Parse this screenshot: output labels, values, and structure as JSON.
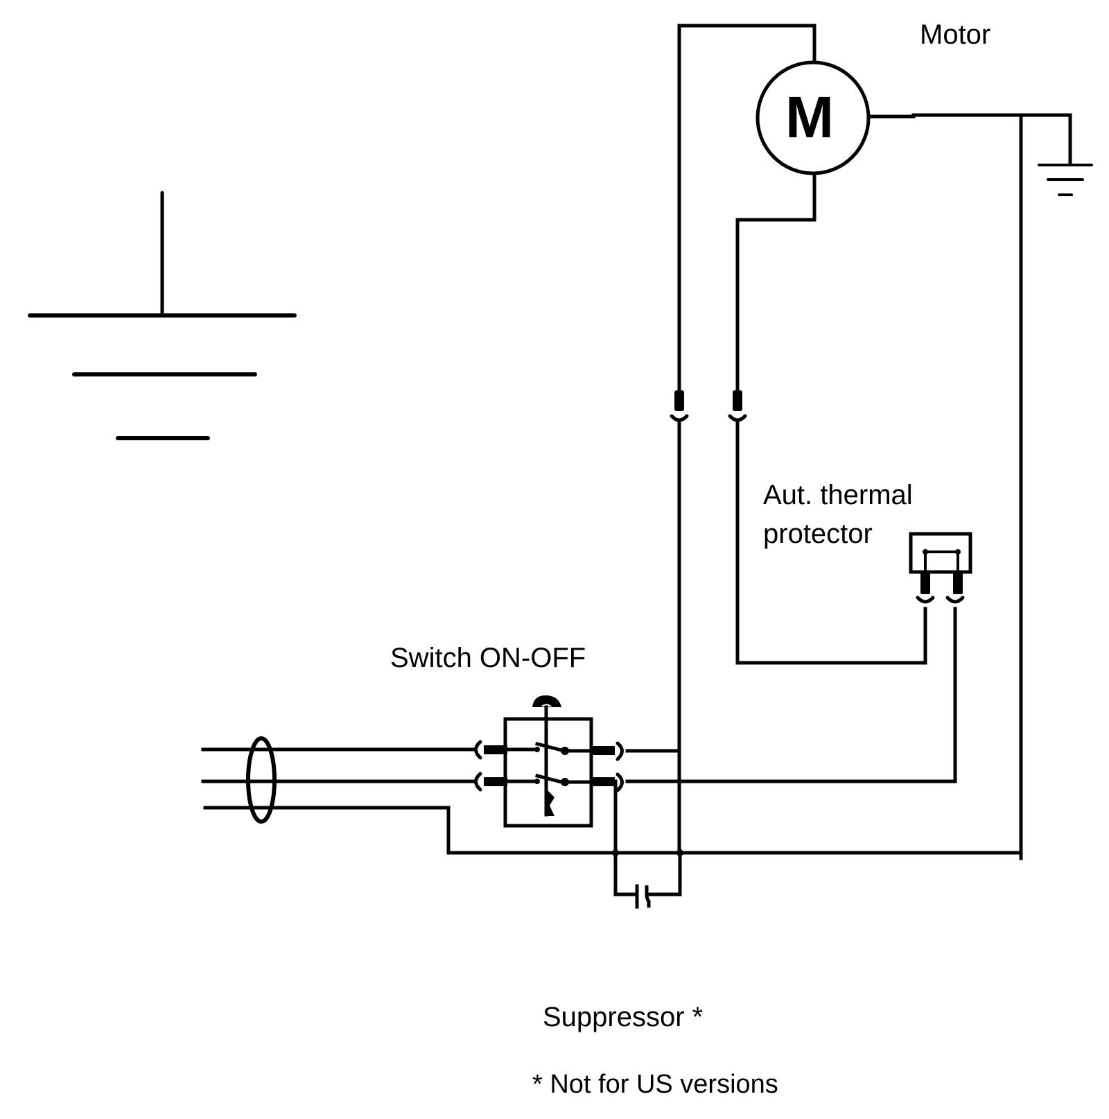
{
  "diagram": {
    "type": "electrical-wiring-schematic",
    "labels": {
      "motor": "Motor",
      "motor_symbol": "M",
      "thermal_protector_line1": "Aut. thermal",
      "thermal_protector_line2": "protector",
      "switch": "Switch ON-OFF",
      "suppressor": "Suppressor *",
      "footnote": "* Not for US versions"
    },
    "components": [
      {
        "id": "ground-symbol-large",
        "kind": "earth-ground"
      },
      {
        "id": "ground-symbol-small",
        "kind": "earth-ground"
      },
      {
        "id": "motor",
        "kind": "motor",
        "label": "Motor"
      },
      {
        "id": "thermal-protector",
        "kind": "automatic thermal protector",
        "label": "Aut. thermal protector"
      },
      {
        "id": "switch",
        "kind": "double-pole on-off switch",
        "label": "Switch ON-OFF"
      },
      {
        "id": "suppressor",
        "kind": "capacitor",
        "label": "Suppressor *",
        "note": "* Not for US versions"
      },
      {
        "id": "power-cord",
        "kind": "3-conductor cable"
      },
      {
        "id": "connectors",
        "kind": "plug/socket connectors",
        "count": 8
      }
    ],
    "colors": {
      "line": "#000000",
      "background": "#ffffff"
    }
  }
}
